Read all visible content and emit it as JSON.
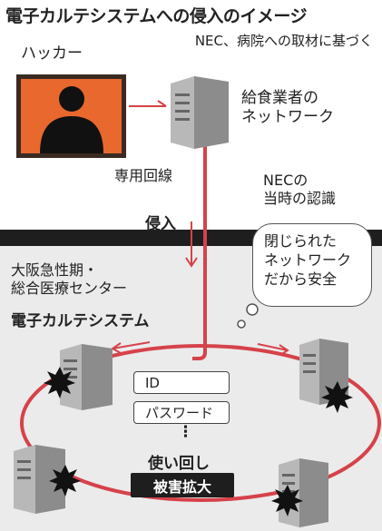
{
  "title": "電子カルテシステムへの侵入のイメージ",
  "source": "NEC、病院への取材に基づく",
  "hacker_label": "ハッカー",
  "vendor_label": [
    "給食業者の",
    "ネットワーク"
  ],
  "line_label": "専用回線",
  "intrusion_label": "侵入",
  "nec_label": [
    "NECの",
    "当時の認識"
  ],
  "bubble_text": [
    "閉じられた",
    "ネットワーク",
    "だから安全"
  ],
  "hospital_label": [
    "大阪急性期・",
    "総合医療センター"
  ],
  "system_label": "電子カルテシステム",
  "credential_id": "ID",
  "credential_password": "パスワード",
  "ellipsis": "⋮",
  "reuse_label": "使い回し",
  "damage_label": "被害拡大",
  "colors": {
    "accent_red": "#d6424a",
    "zone_gray": "#ebebeb",
    "dark": "#1e1e1e",
    "monitor_orange": "#e8682e"
  }
}
